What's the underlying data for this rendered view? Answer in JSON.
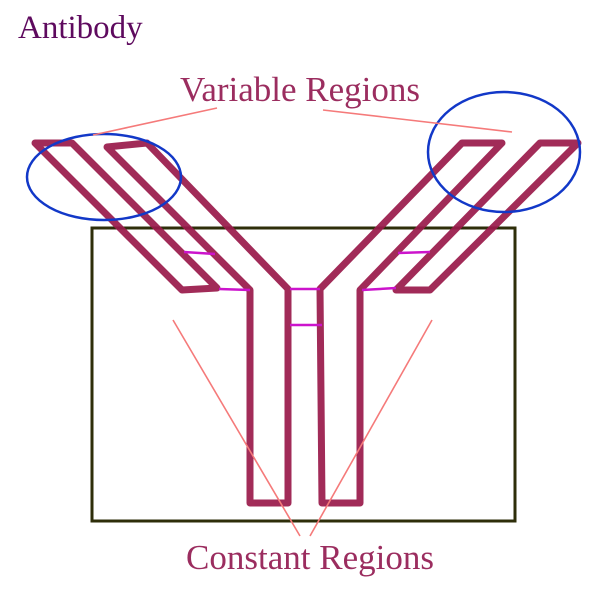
{
  "title": "Antibody",
  "labels": {
    "variable": "Variable Regions",
    "constant": "Constant Regions"
  },
  "colors": {
    "title": "#5e0a5e",
    "label": "#9b2d5f",
    "chain": "#9a1a4a",
    "disulfide": "#cc14cc",
    "ellipse": "#1238c8",
    "box": "#2e2e0a",
    "pointer": "#f57a7a"
  }
}
